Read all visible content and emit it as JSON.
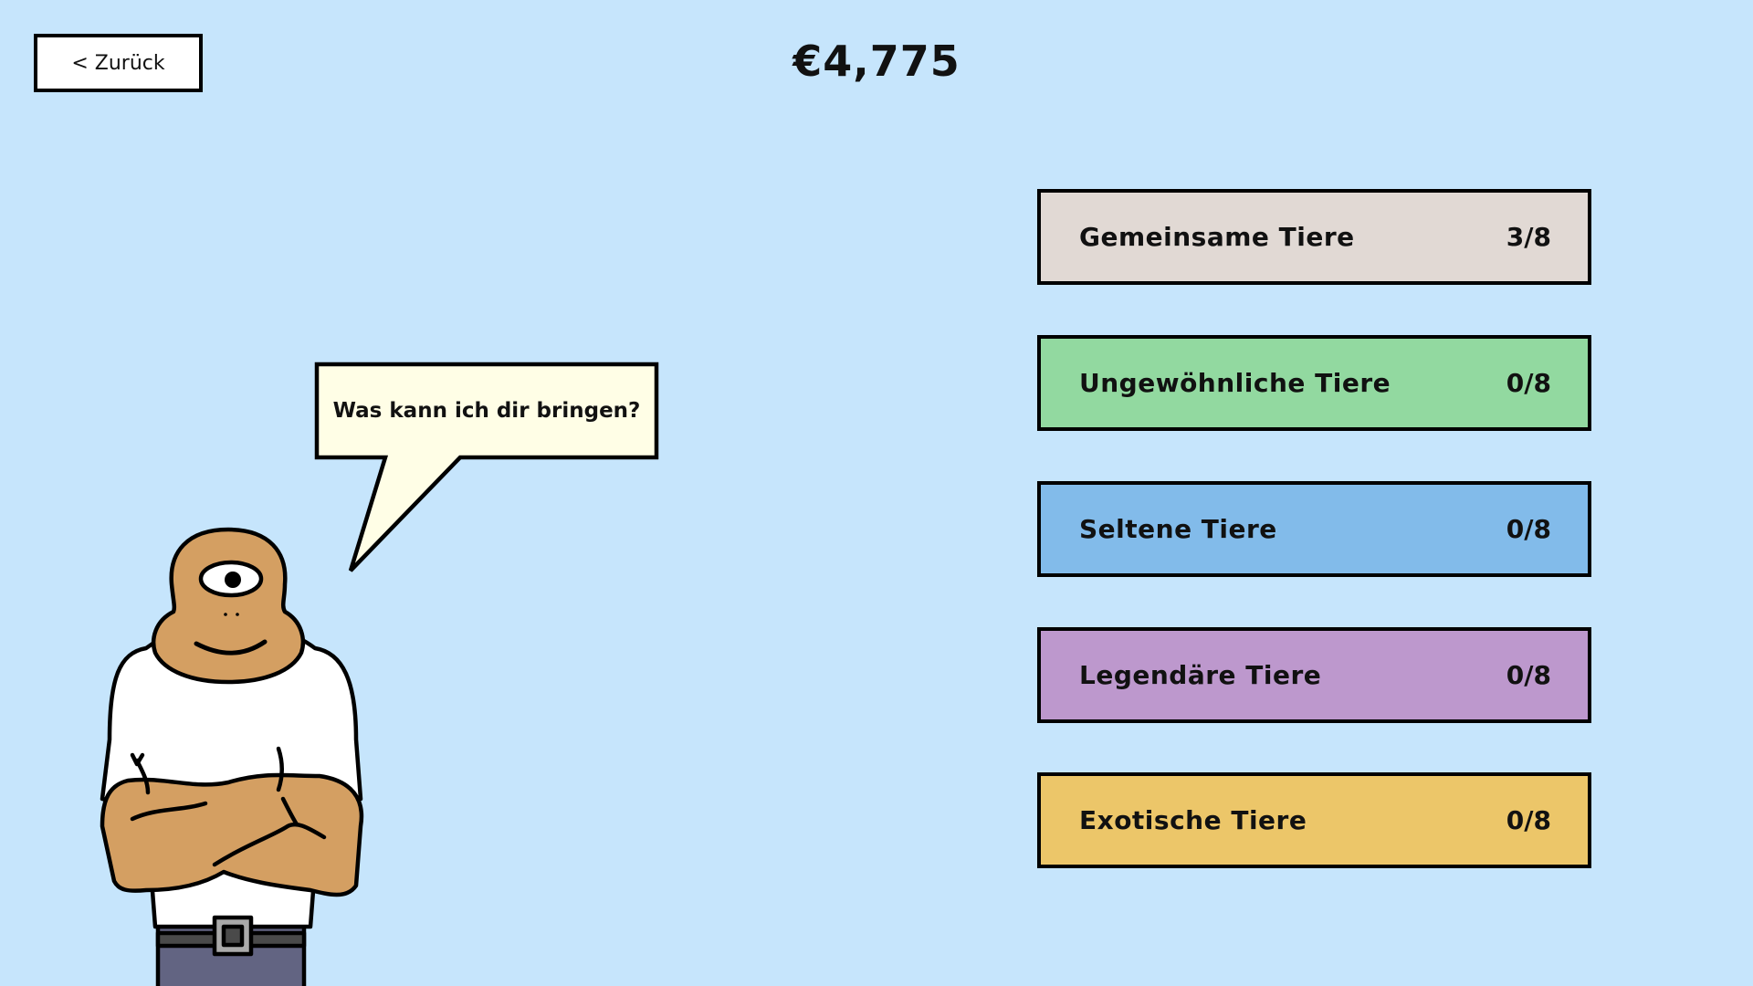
{
  "header": {
    "back_label": "< Zurück",
    "money": "€4,775"
  },
  "speech": {
    "text": "Was kann ich dir bringen?"
  },
  "categories": [
    {
      "label": "Gemeinsame Tiere",
      "count": "3/8",
      "owned": 3,
      "total": 8,
      "color": "#e1d9d4"
    },
    {
      "label": "Ungewöhnliche Tiere",
      "count": "0/8",
      "owned": 0,
      "total": 8,
      "color": "#92d9a0"
    },
    {
      "label": "Seltene Tiere",
      "count": "0/8",
      "owned": 0,
      "total": 8,
      "color": "#82bbea"
    },
    {
      "label": "Legendäre Tiere",
      "count": "0/8",
      "owned": 0,
      "total": 8,
      "color": "#bd98cd"
    },
    {
      "label": "Exotische Tiere",
      "count": "0/8",
      "owned": 0,
      "total": 8,
      "color": "#ecc669"
    }
  ],
  "colors": {
    "background": "#c6e5fc",
    "bubble": "#fffee6",
    "skin": "#d49f62",
    "pants": "#626482",
    "belt": "#4a4a4a"
  }
}
